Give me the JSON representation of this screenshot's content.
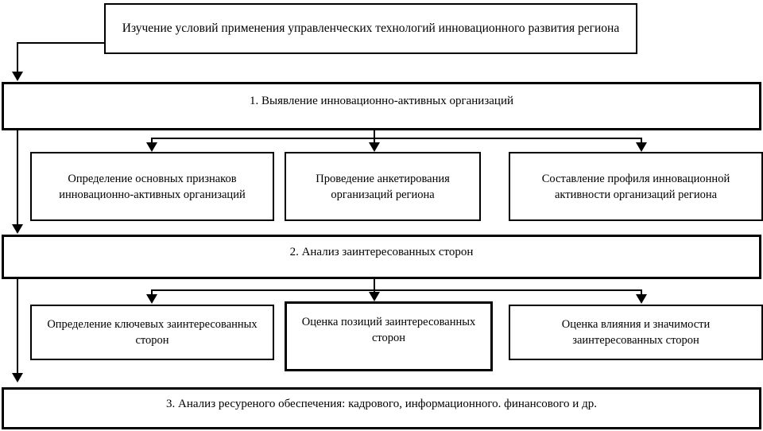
{
  "diagram": {
    "title_box": {
      "text": "Изучение условий применения управленческих технологий инновационного развития региона"
    },
    "stages": [
      {
        "id": "stage-1",
        "text": "1. Выявление инновационно-активных организаций"
      },
      {
        "id": "stage-2",
        "text": "2. Анализ заинтересованных сторон"
      },
      {
        "id": "stage-3",
        "text": "3. Анализ ресуреного обеспечения: кадрового, информационного. финансового и др."
      }
    ],
    "stage_1_steps": [
      {
        "id": "step-1-1",
        "text": "Определение основных признаков инновационно-активных организаций"
      },
      {
        "id": "step-1-2",
        "text": "Проведение анкетирования организаций региона"
      },
      {
        "id": "step-1-3",
        "text": "Составление профиля инновационной активности организаций региона"
      }
    ],
    "stage_2_steps": [
      {
        "id": "step-2-1",
        "text": "Определение ключевых заинтересованных сторон"
      },
      {
        "id": "step-2-2",
        "text": "Оценка позиций заинтересованных сторон"
      },
      {
        "id": "step-2-3",
        "text": "Оценка влияния и значимости заинтересованных сторон"
      }
    ],
    "colors": {
      "stroke": "#000000",
      "fill": "#ffffff",
      "text": "#000000"
    }
  }
}
